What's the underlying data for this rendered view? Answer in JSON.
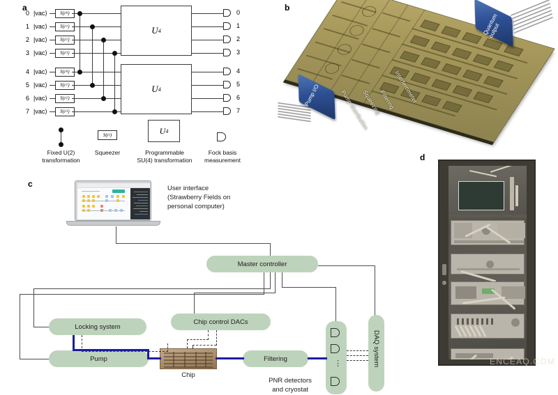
{
  "figure": {
    "panels": [
      "a",
      "b",
      "c",
      "d"
    ]
  },
  "panel_a": {
    "letter": "a",
    "vac_label": "|vac⟩",
    "wires": [
      {
        "index": "0",
        "squeezer": "S(r",
        "sub": "0",
        "detector_index": "0"
      },
      {
        "index": "1",
        "squeezer": "S(r",
        "sub": "1",
        "detector_index": "1"
      },
      {
        "index": "2",
        "squeezer": "S(r",
        "sub": "2",
        "detector_index": "2"
      },
      {
        "index": "3",
        "squeezer": "S(r",
        "sub": "3",
        "detector_index": "3"
      },
      {
        "index": "4",
        "squeezer": "S(r",
        "sub": "0",
        "detector_index": "4"
      },
      {
        "index": "5",
        "squeezer": "S(r",
        "sub": "1",
        "detector_index": "5"
      },
      {
        "index": "6",
        "squeezer": "S(r",
        "sub": "2",
        "detector_index": "6"
      },
      {
        "index": "7",
        "squeezer": "S(r",
        "sub": "3",
        "detector_index": "7"
      }
    ],
    "unitary_top_label": "U",
    "unitary_top_sub": "4",
    "unitary_bottom_label": "U",
    "unitary_bottom_sub": "4",
    "legend": {
      "fixed_u2": "Fixed U(2)\ntransformation",
      "fixed_u2_line1": "Fixed U(2)",
      "fixed_u2_line2": "transformation",
      "squeezer": "Squeezer",
      "squeezer_symbol": "S(r",
      "squeezer_symbol_sub": "i",
      "programmable_line1": "Programmable",
      "programmable_line2": "SU(4) transformation",
      "programmable_symbol": "U",
      "programmable_symbol_sub": "4",
      "fock_line1": "Fock basis",
      "fock_line2": "measurement"
    }
  },
  "panel_b": {
    "letter": "b",
    "chip_regions": [
      "Pump distribution",
      "Squeezing",
      "Filtering",
      "Interferometer"
    ],
    "connectors": [
      {
        "label_line1": "Pump I/O",
        "label_line2": ""
      },
      {
        "label_line1": "Quantum",
        "label_line2": "output"
      }
    ]
  },
  "panel_c": {
    "letter": "c",
    "user_interface_line1": "User interface",
    "user_interface_line2": "(Strawberry Fields on",
    "user_interface_line3": "personal computer)",
    "boxes": {
      "master_controller": "Master controller",
      "locking_system": "Locking system",
      "chip_control_dacs": "Chip control DACs",
      "pump": "Pump",
      "filtering": "Filtering",
      "daq_system": "DAQ system"
    },
    "chip_caption": "Chip",
    "pnr_line1": "PNR detectors",
    "pnr_line2": "and cryostat",
    "pnr_ellipsis": "⋮"
  },
  "panel_d": {
    "letter": "d",
    "watermark": "ENCEAQ.COM"
  },
  "colors": {
    "box_green": "#bed3bb",
    "optical_blue": "#1d1d9e",
    "wire_gray": "#4d4d4d",
    "chip_gold": "#a99a5c",
    "connector_blue": "#2d4f93",
    "chip_thumb_tan": "#a88b68"
  }
}
